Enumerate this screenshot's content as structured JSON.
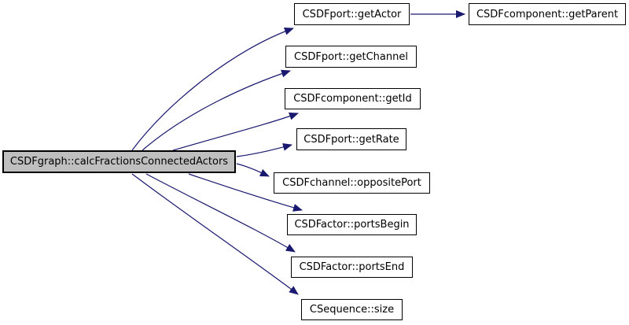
{
  "diagram": {
    "type": "call-graph",
    "root": {
      "id": "main",
      "label": "CSDFgraph::calcFractionsConnectedActors"
    },
    "nodes": [
      {
        "id": "get-actor",
        "label": "CSDFport::getActor"
      },
      {
        "id": "get-parent",
        "label": "CSDFcomponent::getParent"
      },
      {
        "id": "get-channel",
        "label": "CSDFport::getChannel"
      },
      {
        "id": "get-id",
        "label": "CSDFcomponent::getId"
      },
      {
        "id": "get-rate",
        "label": "CSDFport::getRate"
      },
      {
        "id": "opposite-port",
        "label": "CSDFchannel::oppositePort"
      },
      {
        "id": "ports-begin",
        "label": "CSDFactor::portsBegin"
      },
      {
        "id": "ports-end",
        "label": "CSDFactor::portsEnd"
      },
      {
        "id": "size",
        "label": "CSequence::size"
      }
    ],
    "edges": [
      {
        "from": "main",
        "to": "get-actor"
      },
      {
        "from": "main",
        "to": "get-channel"
      },
      {
        "from": "main",
        "to": "get-id"
      },
      {
        "from": "main",
        "to": "get-rate"
      },
      {
        "from": "main",
        "to": "opposite-port"
      },
      {
        "from": "main",
        "to": "ports-begin"
      },
      {
        "from": "main",
        "to": "ports-end"
      },
      {
        "from": "main",
        "to": "size"
      },
      {
        "from": "get-actor",
        "to": "get-parent"
      }
    ],
    "colors": {
      "edge": "#191970",
      "root_fill": "#bfbfbf",
      "node_fill": "#ffffff",
      "border": "#000000"
    }
  }
}
